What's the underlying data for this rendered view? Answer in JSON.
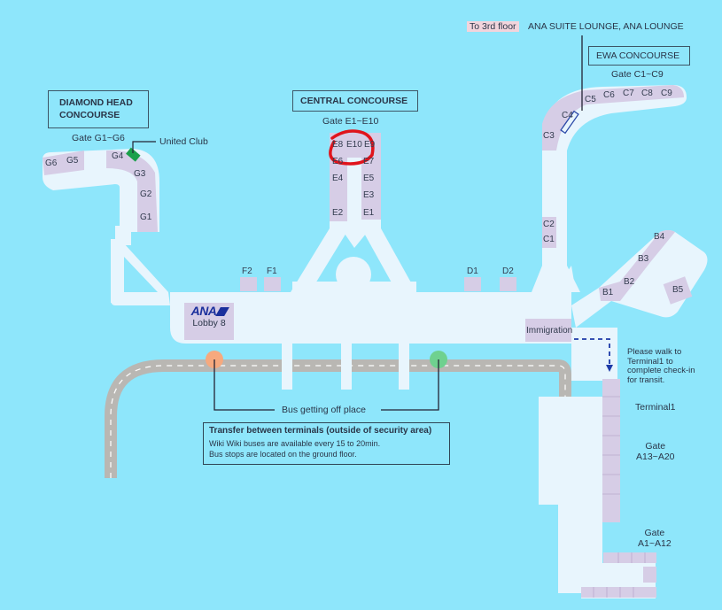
{
  "map": {
    "background_color": "#8ee6fb",
    "walkway_color": "#e8f5fd",
    "gate_color": "#d6cde6",
    "road_color": "#b9b7b3"
  },
  "concourses": {
    "diamond_head": {
      "title_line1": "DIAMOND HEAD",
      "title_line2": "CONCOURSE",
      "gate_range": "Gate G1~G6",
      "gates": [
        "G6",
        "G5",
        "G4",
        "G3",
        "G2",
        "G1"
      ]
    },
    "central": {
      "title": "CENTRAL CONCOURSE",
      "gate_range": "Gate E1~E10",
      "gates": [
        "E8",
        "E10",
        "E9",
        "E6",
        "E7",
        "E4",
        "E5",
        "E3",
        "E2",
        "E1"
      ]
    },
    "ewa": {
      "title": "EWA CONCOURSE",
      "gate_range": "Gate C1~C9",
      "gates": [
        "C3",
        "C4",
        "C5",
        "C6",
        "C7",
        "C8",
        "C9",
        "C2",
        "C1"
      ]
    },
    "b_gates": [
      "B1",
      "B2",
      "B3",
      "B4",
      "B5"
    ],
    "lobby_gates": [
      "F2",
      "F1",
      "D1",
      "D2"
    ]
  },
  "lounge": {
    "floor_tag": "To 3rd floor",
    "name": "ANA SUITE LOUNGE, ANA LOUNGE"
  },
  "united_club": "United Club",
  "lobby": {
    "brand": "ANA",
    "name": "Lobby 8"
  },
  "immigration": "Immigration",
  "transit_note": [
    "Please walk to",
    "Terminal1 to",
    "complete check-in",
    "for transit."
  ],
  "terminal1": {
    "label": "Terminal1",
    "gate_a13": [
      "Gate",
      "A13~A20"
    ],
    "gate_a1": [
      "Gate",
      "A1~A12"
    ]
  },
  "bus": {
    "label": "Bus getting off place",
    "stop_colors": [
      "#f6a97e",
      "#6fd18f"
    ],
    "info_title": "Transfer between terminals (outside of security area)",
    "info_line1": "Wiki Wiki buses are available every 15 to 20min.",
    "info_line2": "Bus stops are located on the ground floor."
  },
  "annotation": {
    "type": "hand-drawn circle",
    "color": "#e0141c",
    "target": "E8 E10 E9"
  }
}
